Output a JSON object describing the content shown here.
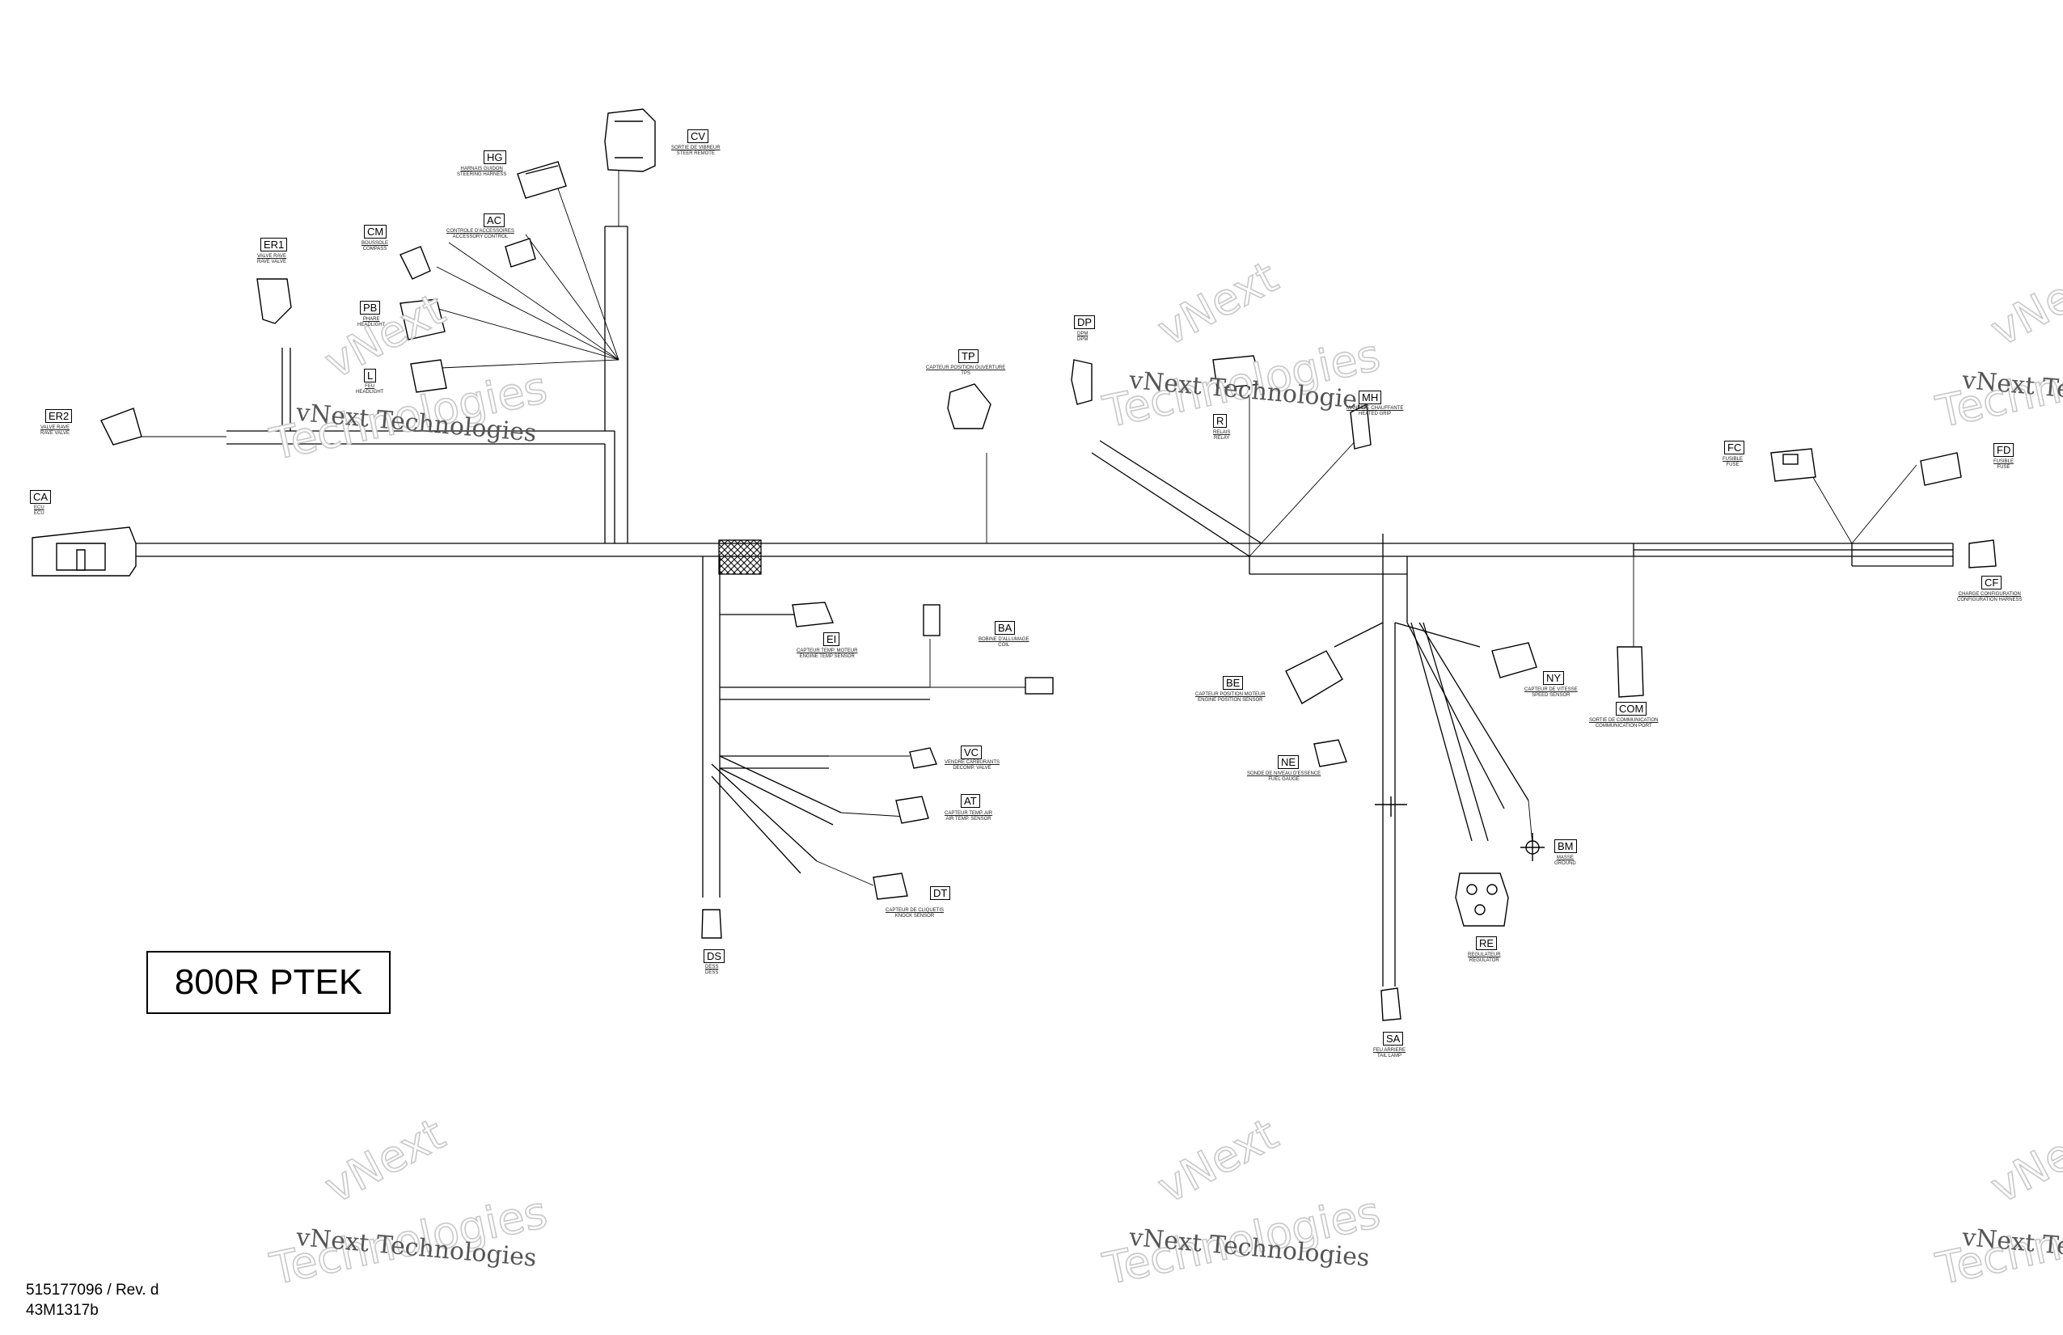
{
  "title": "800R PTEK",
  "footer": {
    "part_number": "515177096 / Rev. d",
    "drawing_number": "43M1317b"
  },
  "watermark": {
    "line1": "vNext Technologies",
    "line2": "Technologies",
    "overlay": "vNext"
  },
  "connectors": [
    {
      "code": "CV",
      "desc1": "SORTIE DE VIBREUR",
      "desc2": "STEER REMOTE"
    },
    {
      "code": "HG",
      "desc1": "HARNAIS GUIDON",
      "desc2": "STEERING HARNESS"
    },
    {
      "code": "AC",
      "desc1": "CONTROLE D'ACCESSOIRES",
      "desc2": "ACCESSORY CONTROL"
    },
    {
      "code": "CM",
      "desc1": "BOUSSOLE",
      "desc2": "COMPASS"
    },
    {
      "code": "ER1",
      "desc1": "VALVE RAVE",
      "desc2": "RAVE VALVE"
    },
    {
      "code": "PB",
      "desc1": "PHARE",
      "desc2": "HEADLIGHT"
    },
    {
      "code": "L",
      "desc1": "FEU",
      "desc2": "HEADLIGHT"
    },
    {
      "code": "ER2",
      "desc1": "VALVE RAVE",
      "desc2": "RAVE VALVE"
    },
    {
      "code": "CA",
      "desc1": "ECU",
      "desc2": "ECU"
    },
    {
      "code": "TP",
      "desc1": "CAPTEUR POSITION OUVERTURE",
      "desc2": "TPS"
    },
    {
      "code": "DP",
      "desc1": "DPM",
      "desc2": "DPM"
    },
    {
      "code": "R",
      "desc1": "RELAIS",
      "desc2": "RELAY"
    },
    {
      "code": "MH",
      "desc1": "MANETTE CHAUFFANTE",
      "desc2": "HEATED GRIP"
    },
    {
      "code": "FC",
      "desc1": "FUSIBLE",
      "desc2": "FUSE"
    },
    {
      "code": "FD",
      "desc1": "FUSIBLE",
      "desc2": "FUSE"
    },
    {
      "code": "CF",
      "desc1": "CHARGE CONFIGURATION",
      "desc2": "CONFIGURATION HARNESS"
    },
    {
      "code": "EI",
      "desc1": "CAPTEUR TEMP. MOTEUR",
      "desc2": "ENGINE TEMP SENSOR"
    },
    {
      "code": "BA",
      "desc1": "BOBINE D'ALLUMAGE",
      "desc2": "COIL"
    },
    {
      "code": "VC",
      "desc1": "VENDRE CARBURANTS",
      "desc2": "DECOMP. VALVE"
    },
    {
      "code": "AT",
      "desc1": "CAPTEUR TEMP. AIR",
      "desc2": "AIR TEMP. SENSOR"
    },
    {
      "code": "DT",
      "desc1": "CAPTEUR DE CLIQUETIS",
      "desc2": "KNOCK SENSOR"
    },
    {
      "code": "DS",
      "desc1": "DESS",
      "desc2": "DESS"
    },
    {
      "code": "BE",
      "desc1": "CAPTEUR POSITION MOTEUR",
      "desc2": "ENGINE POSITION SENSOR"
    },
    {
      "code": "NE",
      "desc1": "SONDE DE NIVEAU D'ESSENCE",
      "desc2": "FUEL GAUGE"
    },
    {
      "code": "NY",
      "desc1": "CAPTEUR DE VITESSE",
      "desc2": "SPEED SENSOR"
    },
    {
      "code": "COM",
      "desc1": "SORTIE DE COMMUNICATION",
      "desc2": "COMMUNICATION PORT"
    },
    {
      "code": "BM",
      "desc1": "MASSE",
      "desc2": "GROUND"
    },
    {
      "code": "RE",
      "desc1": "REGULATEUR",
      "desc2": "REGULATOR"
    },
    {
      "code": "SA",
      "desc1": "FEU ARRIERE",
      "desc2": "TAIL LAMP"
    }
  ]
}
